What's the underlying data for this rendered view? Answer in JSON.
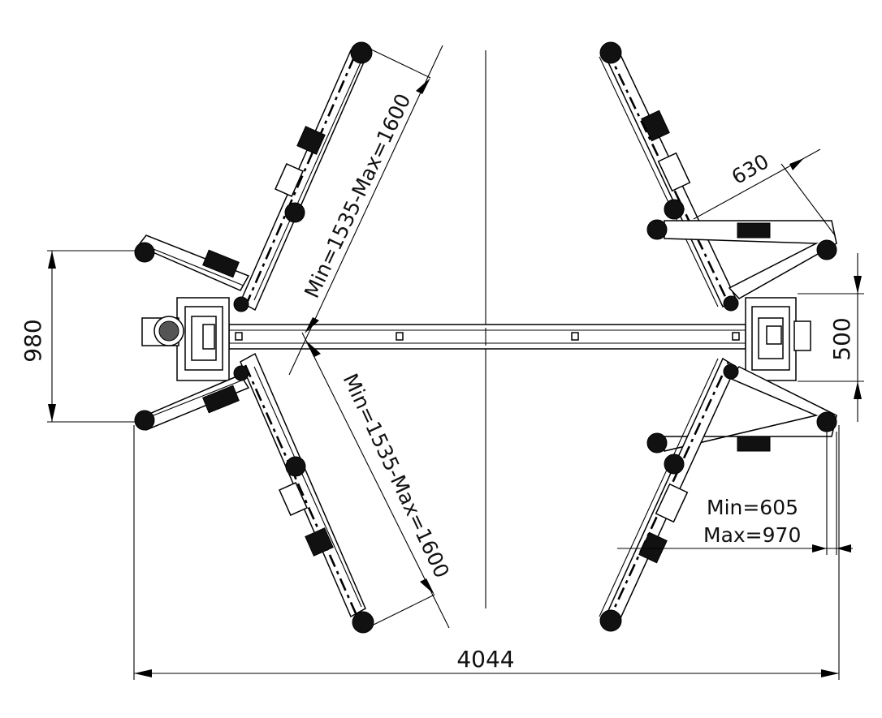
{
  "dimensions": {
    "overall_width": "4044",
    "arm_length_upper": "Min=1535-Max=1600",
    "arm_length_lower": "Min=1535-Max=1600",
    "front_span": "980",
    "column_depth": "500",
    "arm_width": "630",
    "short_arm_min": "Min=605",
    "short_arm_max": "Max=970"
  }
}
